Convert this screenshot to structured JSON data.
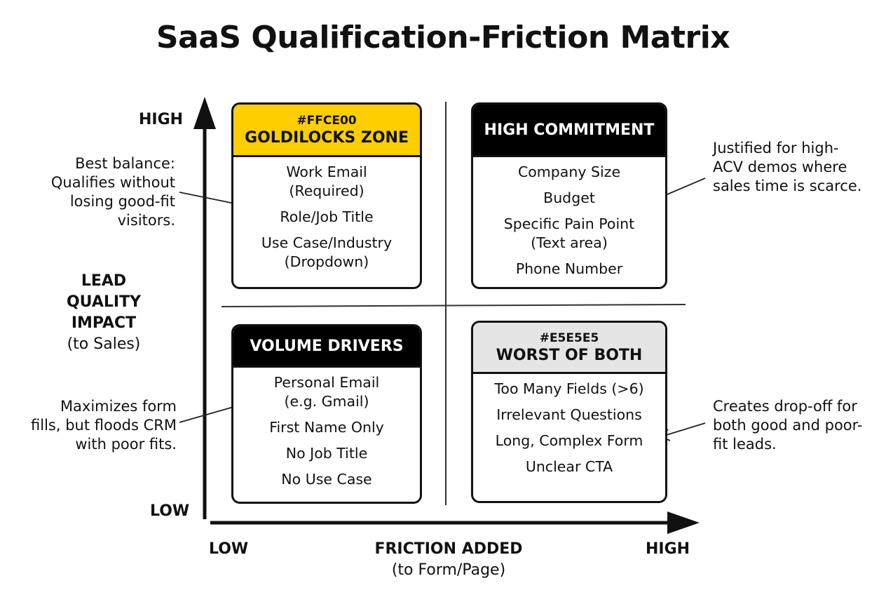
{
  "title": "SaaS Qualification-Friction Matrix",
  "axes": {
    "y_high": "HIGH",
    "y_low": "LOW",
    "y_title": "LEAD QUALITY IMPACT",
    "y_subtitle": "(to Sales)",
    "x_low": "LOW",
    "x_high": "HIGH",
    "x_title": "FRICTION ADDED",
    "x_subtitle": "(to Form/Page)"
  },
  "quadrants": {
    "goldilocks": {
      "hex": "#FFCE00",
      "title": "GOLDILOCKS ZONE",
      "color": "#FFCE00",
      "items": [
        "Work Email (Required)",
        "Role/Job Title",
        "Use Case/Industry (Dropdown)"
      ]
    },
    "high_commitment": {
      "title": "HIGH COMMITMENT",
      "color": "#000000",
      "items": [
        "Company Size",
        "Budget",
        "Specific Pain Point (Text area)",
        "Phone Number"
      ]
    },
    "volume_drivers": {
      "title": "VOLUME DRIVERS",
      "color": "#000000",
      "items": [
        "Personal Email (e.g. Gmail)",
        "First Name Only",
        "No Job Title",
        "No Use Case"
      ]
    },
    "worst_of_both": {
      "hex": "#E5E5E5",
      "title": "WORST OF BOTH",
      "color": "#E5E5E5",
      "items": [
        "Too Many Fields (>6)",
        "Irrelevant Questions",
        "Long, Complex Form",
        "Unclear CTA"
      ]
    }
  },
  "notes": {
    "goldilocks": "Best balance: Qualifies without losing good-fit visitors.",
    "high_commitment": "Justified for high-ACV demos where sales time is scarce.",
    "volume_drivers": "Maximizes form fills, but floods CRM with poor fits.",
    "worst_of_both": "Creates drop-off for both good and poor-fit leads."
  }
}
